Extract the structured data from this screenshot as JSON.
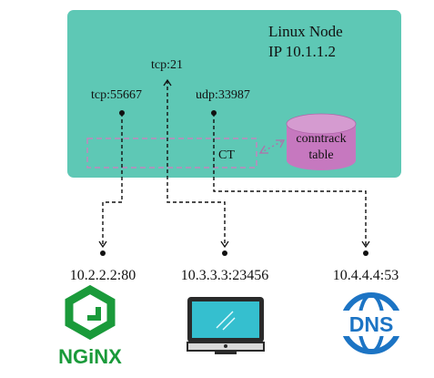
{
  "node": {
    "title": "Linux Node",
    "ip": "IP 10.1.1.2"
  },
  "ports": {
    "tcp_55667": "tcp:55667",
    "tcp_21": "tcp:21",
    "udp_33987": "udp:33987"
  },
  "ct_label": "CT",
  "conntrack": {
    "line1": "conntrack",
    "line2": "table"
  },
  "endpoints": {
    "nginx_addr": "10.2.2.2:80",
    "computer_addr": "10.3.3.3:23456",
    "dns_addr": "10.4.4.4:53"
  },
  "icons": {
    "nginx": {
      "name": "nginx-logo",
      "text": "NGiNX",
      "color": "#1a9a3a"
    },
    "computer": {
      "name": "computer-monitor-icon",
      "screen_color": "#35bfcf"
    },
    "dns": {
      "name": "dns-globe-icon",
      "text": "DNS",
      "color": "#1c74c4"
    }
  },
  "colors": {
    "node_bg": "#5ec8b5",
    "conntrack_fill": "#c678bf",
    "ct_border": "#c486bd"
  }
}
